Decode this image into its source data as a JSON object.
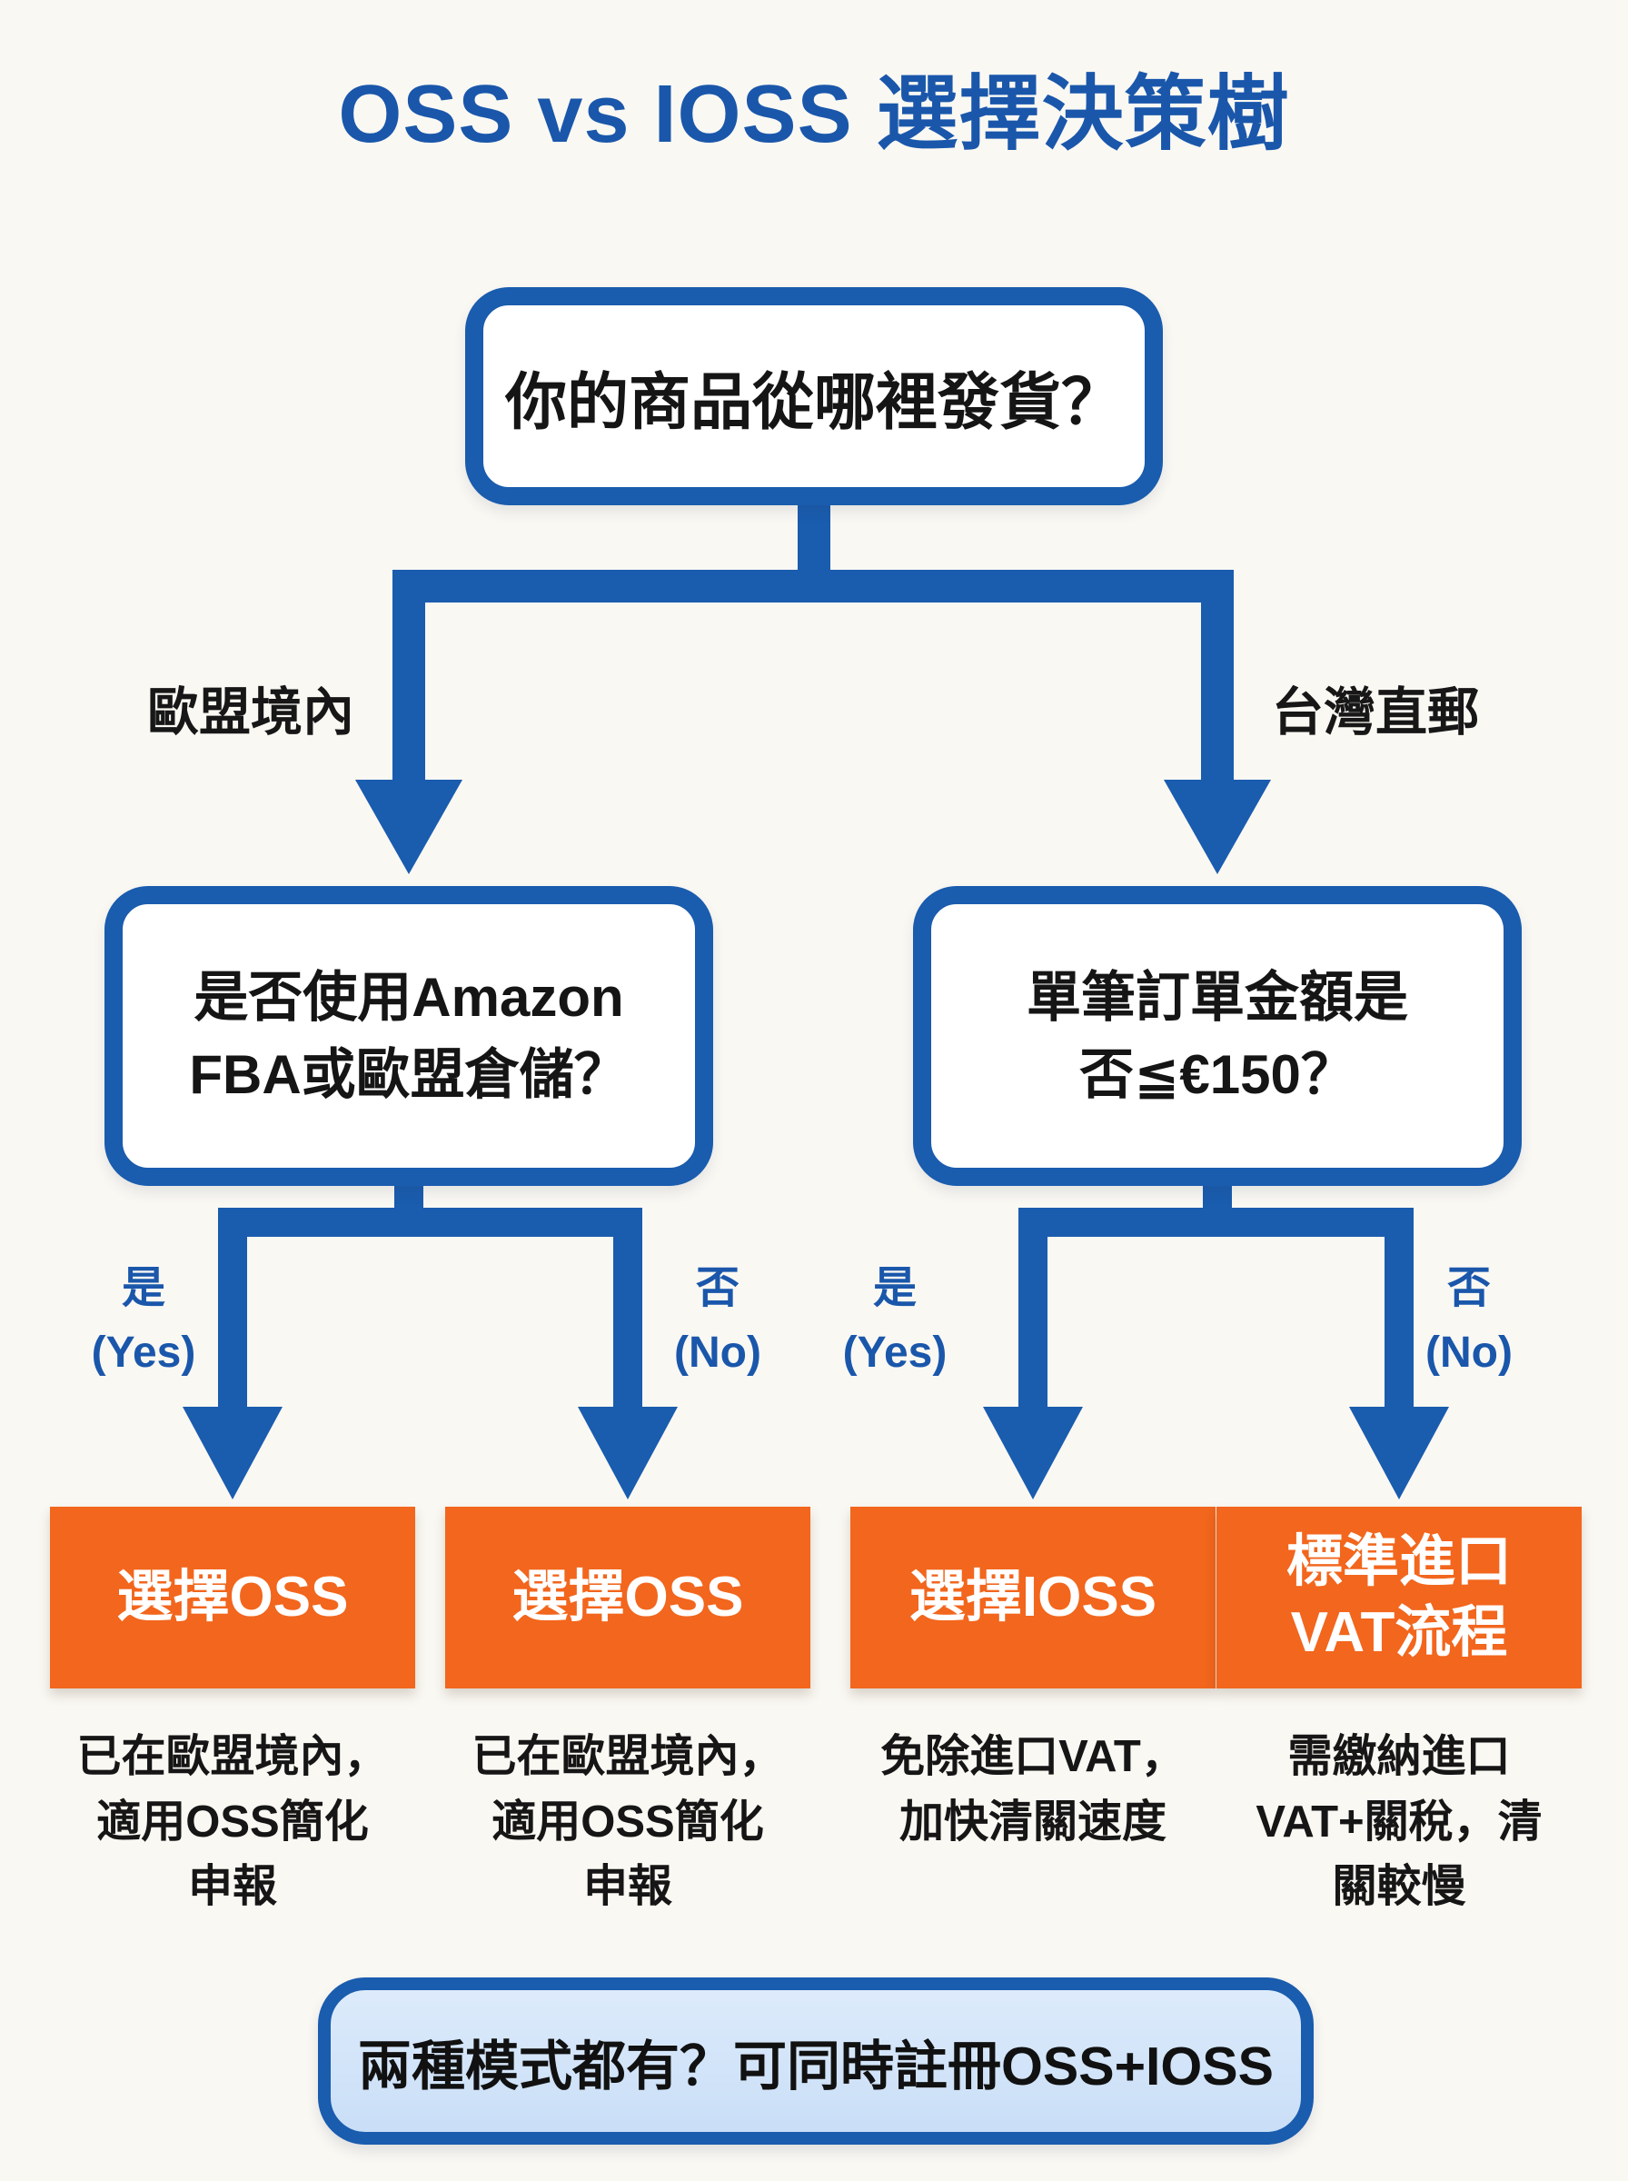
{
  "title": "OSS vs IOSS 選擇決策樹",
  "root_question": "你的商品從哪裡發貨？",
  "branch_labels": {
    "left": "歐盟境內",
    "right": "台灣直郵"
  },
  "questions": {
    "left": [
      "是否使用Amazon",
      "FBA或歐盟倉儲？"
    ],
    "right": [
      "單筆訂單金額是",
      "否≦€150？"
    ]
  },
  "decision_labels": {
    "left_yes": [
      "是",
      "(Yes)"
    ],
    "left_no": [
      "否",
      "(No)"
    ],
    "right_yes": [
      "是",
      "(Yes)"
    ],
    "right_no": [
      "否",
      "(No)"
    ]
  },
  "outcomes": [
    {
      "label": [
        "選擇OSS"
      ],
      "desc": [
        "已在歐盟境內，",
        "適用OSS簡化",
        "申報"
      ]
    },
    {
      "label": [
        "選擇OSS"
      ],
      "desc": [
        "已在歐盟境內，",
        "適用OSS簡化",
        "申報"
      ]
    },
    {
      "label": [
        "選擇IOSS"
      ],
      "desc": [
        "免除進口VAT，",
        "加快清關速度"
      ]
    },
    {
      "label": [
        "標準進口",
        "VAT流程"
      ],
      "desc": [
        "需繳納進口",
        "VAT+關稅，清",
        "關較慢"
      ]
    }
  ],
  "note": "兩種模式都有？可同時註冊OSS+IOSS",
  "colors": {
    "blue": "#1a5cae",
    "title_blue": "#1a57ab",
    "orange": "#f2661d",
    "note_fill_top": "#ddebfb",
    "note_fill_bottom": "#c9def7",
    "background": "#faf8f3",
    "box_fill": "#ffffff",
    "text": "#151515",
    "outcome_text": "#ffffff"
  }
}
